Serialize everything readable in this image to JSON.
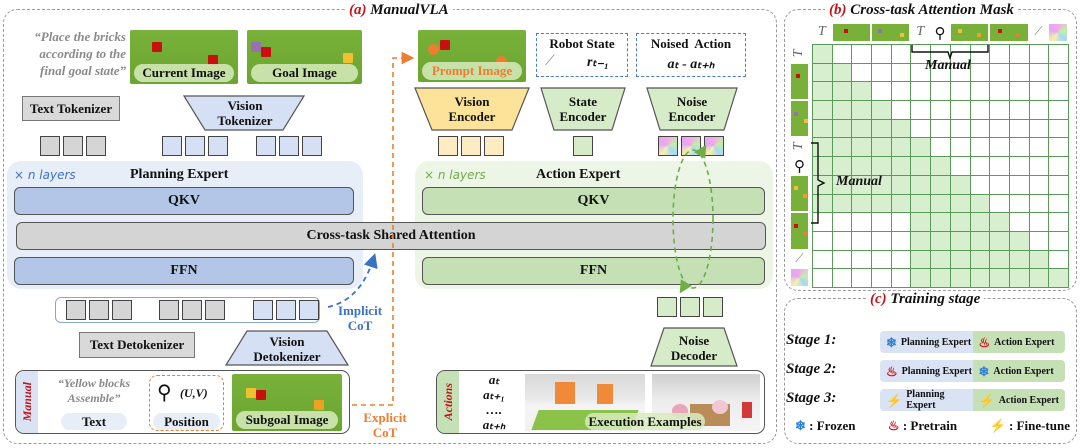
{
  "panel_a": {
    "tag": "(a)",
    "title": "ManualVLA",
    "instruction_text": "“Place the bricks according to the final goal state”",
    "current_image_label": "Current Image",
    "goal_image_label": "Goal Image",
    "text_tokenizer": "Text Tokenizer",
    "vision_tokenizer": "Vision Tokenizer",
    "planning_expert": {
      "layers_label": "× n layers",
      "title": "Planning Expert",
      "qkv": "QKV",
      "ffn": "FFN"
    },
    "shared_attention": "Cross-task Shared Attention",
    "action_expert": {
      "layers_label": "× n layers",
      "title": "Action Expert",
      "qkv": "QKV",
      "ffn": "FFN"
    },
    "prompt_image_label": "Prompt Image",
    "robot_state": {
      "title": "Robot State",
      "symbol": "r_{t−1}",
      "symbol_display": "rₜ₋₁"
    },
    "noised_action": {
      "title": "Noised  Action",
      "symbol_display": "aₜ - aₜ₊ₕ"
    },
    "vision_encoder": "Vision Encoder",
    "state_encoder": "State Encoder",
    "noise_encoder": "Noise Encoder",
    "text_detokenizer": "Text Detokenizer",
    "vision_detokenizer": "Vision Detokenizer",
    "implicit_cot": "Implicit CoT",
    "explicit_cot": "Explicit CoT",
    "noise_decoder": "Noise Decoder",
    "manual_panel": {
      "side_label": "Manual",
      "text_quote": "“Yellow blocks Assemble”",
      "text_label": "Text",
      "position_coord": "(U,V)",
      "position_label": "Position",
      "subgoal_label": "Subgoal Image"
    },
    "actions_panel": {
      "side_label": "Actions",
      "items": [
        "aₜ",
        "aₜ₊₁",
        "….",
        "aₜ₊ₕ"
      ],
      "examples_label": "Execution Examples"
    }
  },
  "panel_b": {
    "tag": "(b)",
    "title": "Cross-task Attention Mask",
    "column_headers": [
      {
        "kind": "text-token",
        "label": "T",
        "span": 1
      },
      {
        "kind": "current-image",
        "span": 2
      },
      {
        "kind": "goal-image",
        "span": 2
      },
      {
        "kind": "text-token",
        "label": "T",
        "span": 1
      },
      {
        "kind": "position-pin",
        "span": 1
      },
      {
        "kind": "subgoal-image",
        "span": 2
      },
      {
        "kind": "prompt-image",
        "span": 2
      },
      {
        "kind": "robot-state",
        "span": 1
      },
      {
        "kind": "noise",
        "span": 1
      }
    ],
    "manual_brace_label": "Manual",
    "mask": [
      [
        1,
        0,
        0,
        0,
        0,
        0,
        0,
        0,
        0,
        0,
        0,
        0,
        0
      ],
      [
        1,
        1,
        0,
        0,
        0,
        0,
        0,
        0,
        0,
        0,
        0,
        0,
        0
      ],
      [
        1,
        1,
        1,
        0,
        0,
        0,
        0,
        0,
        0,
        0,
        0,
        0,
        0
      ],
      [
        1,
        1,
        1,
        1,
        0,
        0,
        0,
        0,
        0,
        0,
        0,
        0,
        0
      ],
      [
        1,
        1,
        1,
        1,
        1,
        0,
        0,
        0,
        0,
        0,
        0,
        0,
        0
      ],
      [
        1,
        1,
        1,
        1,
        1,
        1,
        0,
        0,
        0,
        0,
        0,
        0,
        0
      ],
      [
        1,
        1,
        1,
        1,
        1,
        1,
        1,
        0,
        0,
        0,
        0,
        0,
        0
      ],
      [
        1,
        1,
        1,
        1,
        1,
        1,
        1,
        1,
        0,
        0,
        0,
        0,
        0
      ],
      [
        1,
        1,
        1,
        1,
        1,
        1,
        1,
        1,
        1,
        0,
        0,
        0,
        0
      ],
      [
        0,
        0,
        0,
        0,
        0,
        1,
        1,
        1,
        1,
        1,
        0,
        0,
        0
      ],
      [
        0,
        0,
        0,
        0,
        0,
        1,
        1,
        1,
        1,
        1,
        1,
        0,
        0
      ],
      [
        0,
        0,
        0,
        0,
        0,
        1,
        1,
        1,
        1,
        1,
        1,
        1,
        0
      ],
      [
        0,
        0,
        0,
        0,
        0,
        1,
        1,
        1,
        1,
        1,
        1,
        1,
        1
      ]
    ]
  },
  "panel_c": {
    "tag": "(c)",
    "title": "Training stage",
    "stages": [
      {
        "label": "Stage 1:",
        "planning": {
          "name": "Planning Expert",
          "mode": "frozen"
        },
        "action": {
          "name": "Action Expert",
          "mode": "pretrain"
        }
      },
      {
        "label": "Stage 2:",
        "planning": {
          "name": "Planning Expert",
          "mode": "pretrain"
        },
        "action": {
          "name": "Action Expert",
          "mode": "frozen"
        }
      },
      {
        "label": "Stage 3:",
        "planning": {
          "name": "Planning Expert",
          "mode": "fine-tune"
        },
        "action": {
          "name": "Action Expert",
          "mode": "fine-tune"
        }
      }
    ],
    "legend": [
      {
        "icon": "snowflake-icon",
        "label": ": Frozen"
      },
      {
        "icon": "flame-icon",
        "label": ": Pretrain"
      },
      {
        "icon": "lightning-icon",
        "label": ": Fine-tune"
      }
    ]
  },
  "icons": {
    "frozen": "❄",
    "pretrain": "🔥",
    "fine-tune": "⚡"
  },
  "colors": {
    "planning_fill": "#b4c6e7",
    "planning_bg": "#e8eef8",
    "action_fill": "#c5e0b4",
    "action_bg": "#edf5e6",
    "shared_fill": "#d4d4d4",
    "implicit_cot": "#3b73c4",
    "explicit_cot": "#ed7d31",
    "mask_on": "#d8efcf",
    "title_tag": "#c0141c"
  }
}
